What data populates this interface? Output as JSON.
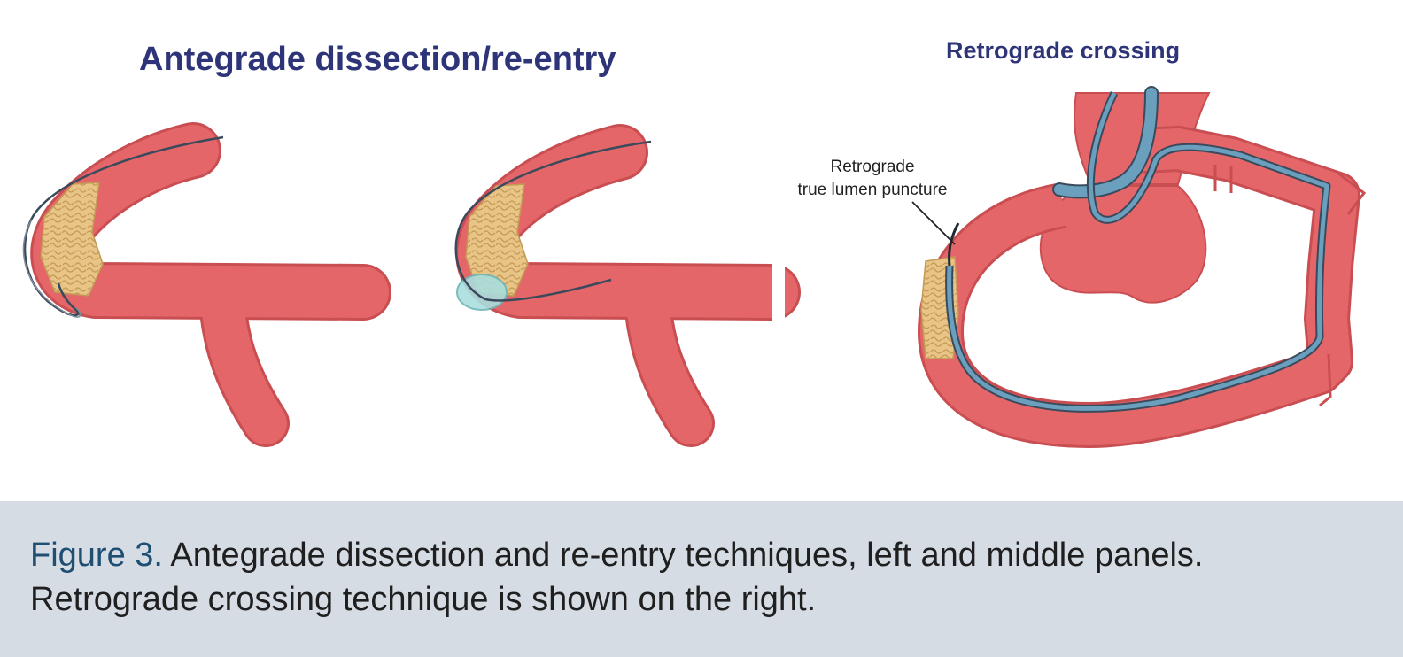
{
  "panels": {
    "antegrade": {
      "title": "Antegrade dissection/re-entry"
    },
    "retrograde": {
      "title": "Retrograde crossing",
      "callout_line1": "Retrograde",
      "callout_line2": "true lumen puncture"
    }
  },
  "caption": {
    "label": "Figure 3.",
    "text": " Antegrade dissection and re-entry techniques, left and middle panels. Retrograde crossing technique is shown on the right."
  },
  "colors": {
    "vessel": "#e46668",
    "vessel_outline": "#c94e52",
    "plaque": "#e8c486",
    "wire": "#3a4a5c",
    "catheter": "#6aa0be",
    "reentry_balloon": "#a9dede",
    "title": "#2e3478",
    "caption_label": "#1e4f73",
    "caption_bg": "#d5dce4"
  }
}
